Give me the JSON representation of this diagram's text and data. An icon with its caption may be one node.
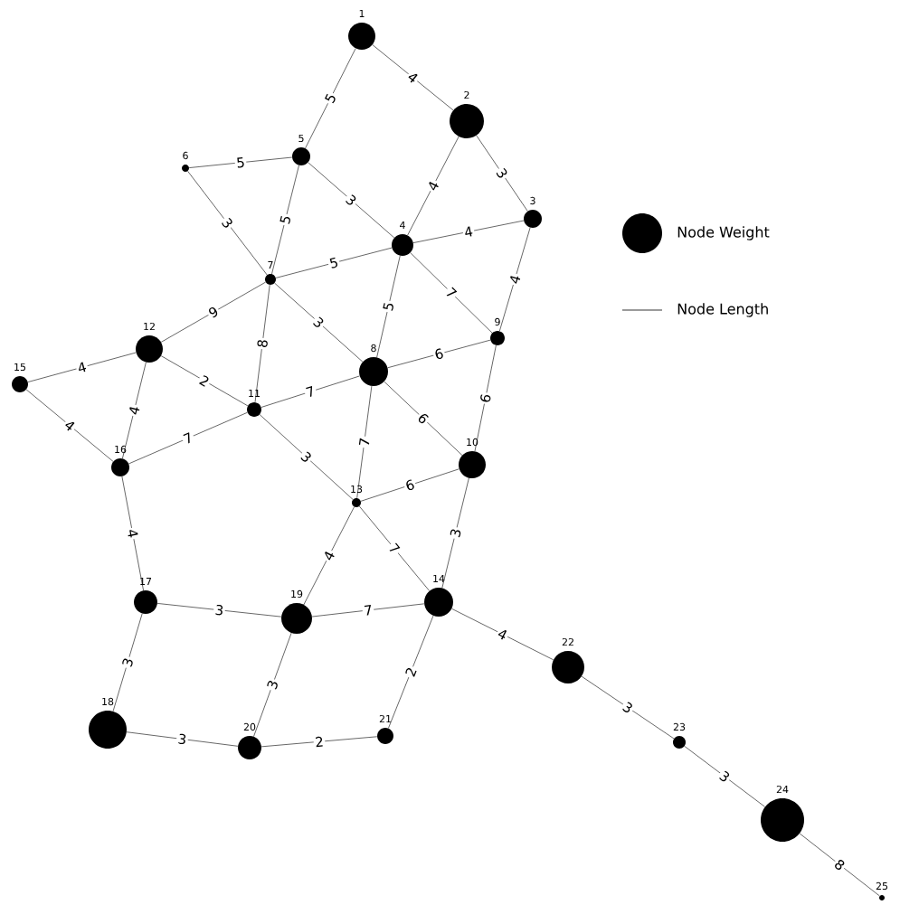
{
  "diagram": {
    "nodes": [
      {
        "text": [
          "1"
        ]
      },
      {
        "text": [
          "2"
        ]
      },
      {
        "text": [
          "3"
        ]
      },
      {
        "text": [
          "4"
        ]
      },
      {
        "text": [
          "5"
        ]
      },
      {
        "text": [
          "6"
        ]
      },
      {
        "text": [
          "7"
        ]
      },
      {
        "text": [
          "8"
        ]
      },
      {
        "text": [
          "9"
        ]
      },
      {
        "text": [
          "10"
        ]
      },
      {
        "text": [
          "11"
        ]
      },
      {
        "text": [
          "12"
        ]
      },
      {
        "text": [
          "13"
        ]
      },
      {
        "text": [
          "14"
        ]
      },
      {
        "text": [
          "15"
        ]
      },
      {
        "text": [
          "16"
        ]
      },
      {
        "text": [
          "17"
        ]
      },
      {
        "text": [
          "18"
        ]
      },
      {
        "text": [
          "19"
        ]
      },
      {
        "text": [
          "20"
        ]
      },
      {
        "text": [
          "21"
        ]
      },
      {
        "text": [
          "22"
        ]
      },
      {
        "text": [
          "23"
        ]
      },
      {
        "text": [
          "24"
        ]
      },
      {
        "text": [
          "25"
        ]
      }
    ],
    "edges": [
      {
        "from": 0,
        "to": 1,
        "arrow": "none",
        "label": "4"
      },
      {
        "from": 0,
        "to": 4,
        "arrow": "none",
        "label": "5"
      },
      {
        "from": 1,
        "to": 2,
        "arrow": "none",
        "label": "3"
      },
      {
        "from": 1,
        "to": 3,
        "arrow": "none",
        "label": "4"
      },
      {
        "from": 4,
        "to": 5,
        "arrow": "none",
        "label": "5"
      },
      {
        "from": 4,
        "to": 3,
        "arrow": "none",
        "label": "3"
      },
      {
        "from": 4,
        "to": 6,
        "arrow": "none",
        "label": "5"
      },
      {
        "from": 5,
        "to": 6,
        "arrow": "none",
        "label": "3"
      },
      {
        "from": 2,
        "to": 3,
        "arrow": "none",
        "label": "4"
      },
      {
        "from": 2,
        "to": 8,
        "arrow": "none",
        "label": "4"
      },
      {
        "from": 6,
        "to": 3,
        "arrow": "none",
        "label": "5"
      },
      {
        "from": 3,
        "to": 8,
        "arrow": "none",
        "label": "7"
      },
      {
        "from": 3,
        "to": 7,
        "arrow": "none",
        "label": "5"
      },
      {
        "from": 6,
        "to": 11,
        "arrow": "none",
        "label": "9"
      },
      {
        "from": 6,
        "to": 10,
        "arrow": "none",
        "label": "8"
      },
      {
        "from": 6,
        "to": 7,
        "arrow": "none",
        "label": "3"
      },
      {
        "from": 7,
        "to": 8,
        "arrow": "none",
        "label": "6"
      },
      {
        "from": 8,
        "to": 9,
        "arrow": "none",
        "label": "6"
      },
      {
        "from": 11,
        "to": 14,
        "arrow": "none",
        "label": "4"
      },
      {
        "from": 11,
        "to": 10,
        "arrow": "none",
        "label": "2"
      },
      {
        "from": 11,
        "to": 15,
        "arrow": "none",
        "label": "4"
      },
      {
        "from": 10,
        "to": 7,
        "arrow": "none",
        "label": "7"
      },
      {
        "from": 7,
        "to": 9,
        "arrow": "none",
        "label": "6"
      },
      {
        "from": 7,
        "to": 12,
        "arrow": "none",
        "label": "7"
      },
      {
        "from": 14,
        "to": 15,
        "arrow": "none",
        "label": "4"
      },
      {
        "from": 15,
        "to": 10,
        "arrow": "none",
        "label": "7"
      },
      {
        "from": 10,
        "to": 12,
        "arrow": "none",
        "label": "3"
      },
      {
        "from": 12,
        "to": 9,
        "arrow": "none",
        "label": "6"
      },
      {
        "from": 15,
        "to": 16,
        "arrow": "none",
        "label": "4"
      },
      {
        "from": 12,
        "to": 18,
        "arrow": "none",
        "label": "4"
      },
      {
        "from": 12,
        "to": 13,
        "arrow": "none",
        "label": "7"
      },
      {
        "from": 9,
        "to": 13,
        "arrow": "none",
        "label": "3"
      },
      {
        "from": 16,
        "to": 18,
        "arrow": "none",
        "label": "3"
      },
      {
        "from": 18,
        "to": 13,
        "arrow": "none",
        "label": "7"
      },
      {
        "from": 16,
        "to": 17,
        "arrow": "none",
        "label": "3"
      },
      {
        "from": 18,
        "to": 19,
        "arrow": "none",
        "label": "3"
      },
      {
        "from": 13,
        "to": 20,
        "arrow": "none",
        "label": "2"
      },
      {
        "from": 13,
        "to": 21,
        "arrow": "none",
        "label": "4"
      },
      {
        "from": 17,
        "to": 19,
        "arrow": "none",
        "label": "3"
      },
      {
        "from": 19,
        "to": 20,
        "arrow": "none",
        "label": "2"
      },
      {
        "from": 21,
        "to": 22,
        "arrow": "none",
        "label": "3"
      },
      {
        "from": 22,
        "to": 23,
        "arrow": "none",
        "label": "3"
      },
      {
        "from": 23,
        "to": 24,
        "arrow": "none",
        "label": "8"
      }
    ],
    "legend": [
      {
        "text": "Node Weight"
      },
      {
        "text": "Node Length"
      }
    ]
  }
}
